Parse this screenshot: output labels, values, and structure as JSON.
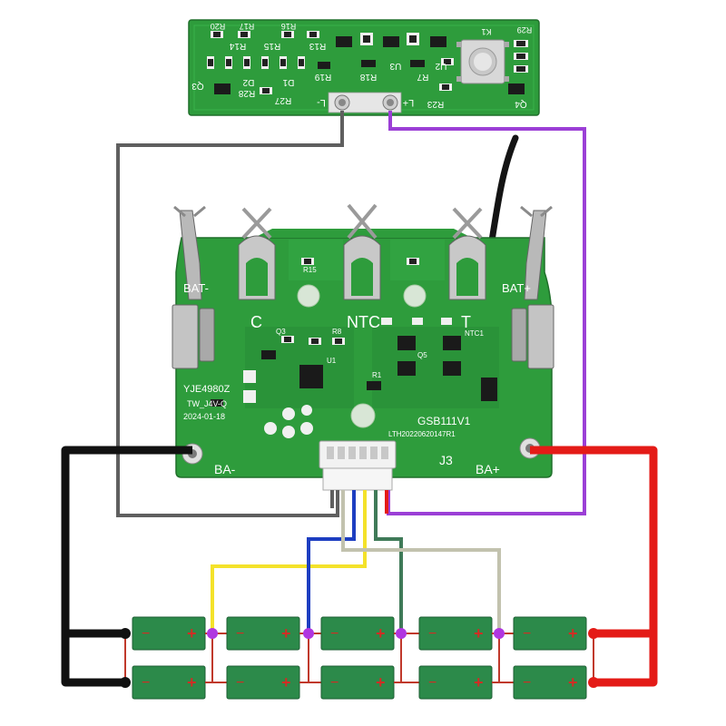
{
  "indicator_board": {
    "labels": {
      "r20": "R20",
      "r17": "R17",
      "r16": "R16",
      "r14": "R14",
      "r15": "R15",
      "r13": "R13",
      "r29": "R29",
      "k1": "K1",
      "q3": "Q3",
      "r28": "R28",
      "d2": "D2",
      "d1": "D1",
      "r19": "R19",
      "r18": "R18",
      "u3": "U3",
      "r7": "R7",
      "u2": "U2",
      "r27": "R27",
      "r23": "R23",
      "q4": "Q4",
      "pad_left": "L-",
      "pad_right": "L+"
    }
  },
  "main_board": {
    "labels": {
      "bat_minus": "BAT-",
      "bat_plus": "BAT+",
      "c": "C",
      "ntc": "NTC",
      "t": "T",
      "model": "GSB111V1",
      "model_code": "LTH20220620147R1",
      "j3": "J3",
      "ba_minus": "BA-",
      "ba_plus": "BA+",
      "r15": "R15",
      "ntc1": "NTC1",
      "q3": "Q3",
      "r8": "R8",
      "r1": "R1",
      "u1": "U1",
      "q5": "Q5",
      "batch_code": "YJE4980Z",
      "stamp_line": "TW_J4V-Q",
      "date_line": "2024-01-18"
    }
  },
  "cells": {
    "rows": 2,
    "per_row": 5,
    "terminal_minus": "−",
    "terminal_plus": "+"
  },
  "colors": {
    "background": "#ffffff",
    "pcb_green": "#2e9c3c",
    "pcb_dark": "#1e7a2b",
    "cell_green": "#2c8a4a",
    "wire_gray": "#5f5f5f",
    "wire_purple": "#9b3fd6",
    "wire_black": "#111111",
    "wire_red": "#e41b17",
    "wire_yellow": "#f4e22a",
    "wire_blue": "#1d3ec1",
    "wire_dark_green": "#3f7a58",
    "wire_beige": "#c2c2ae",
    "junction": "#b036e0",
    "terminal_red": "#d12d24",
    "tab_metal": "#b9b9b9"
  }
}
